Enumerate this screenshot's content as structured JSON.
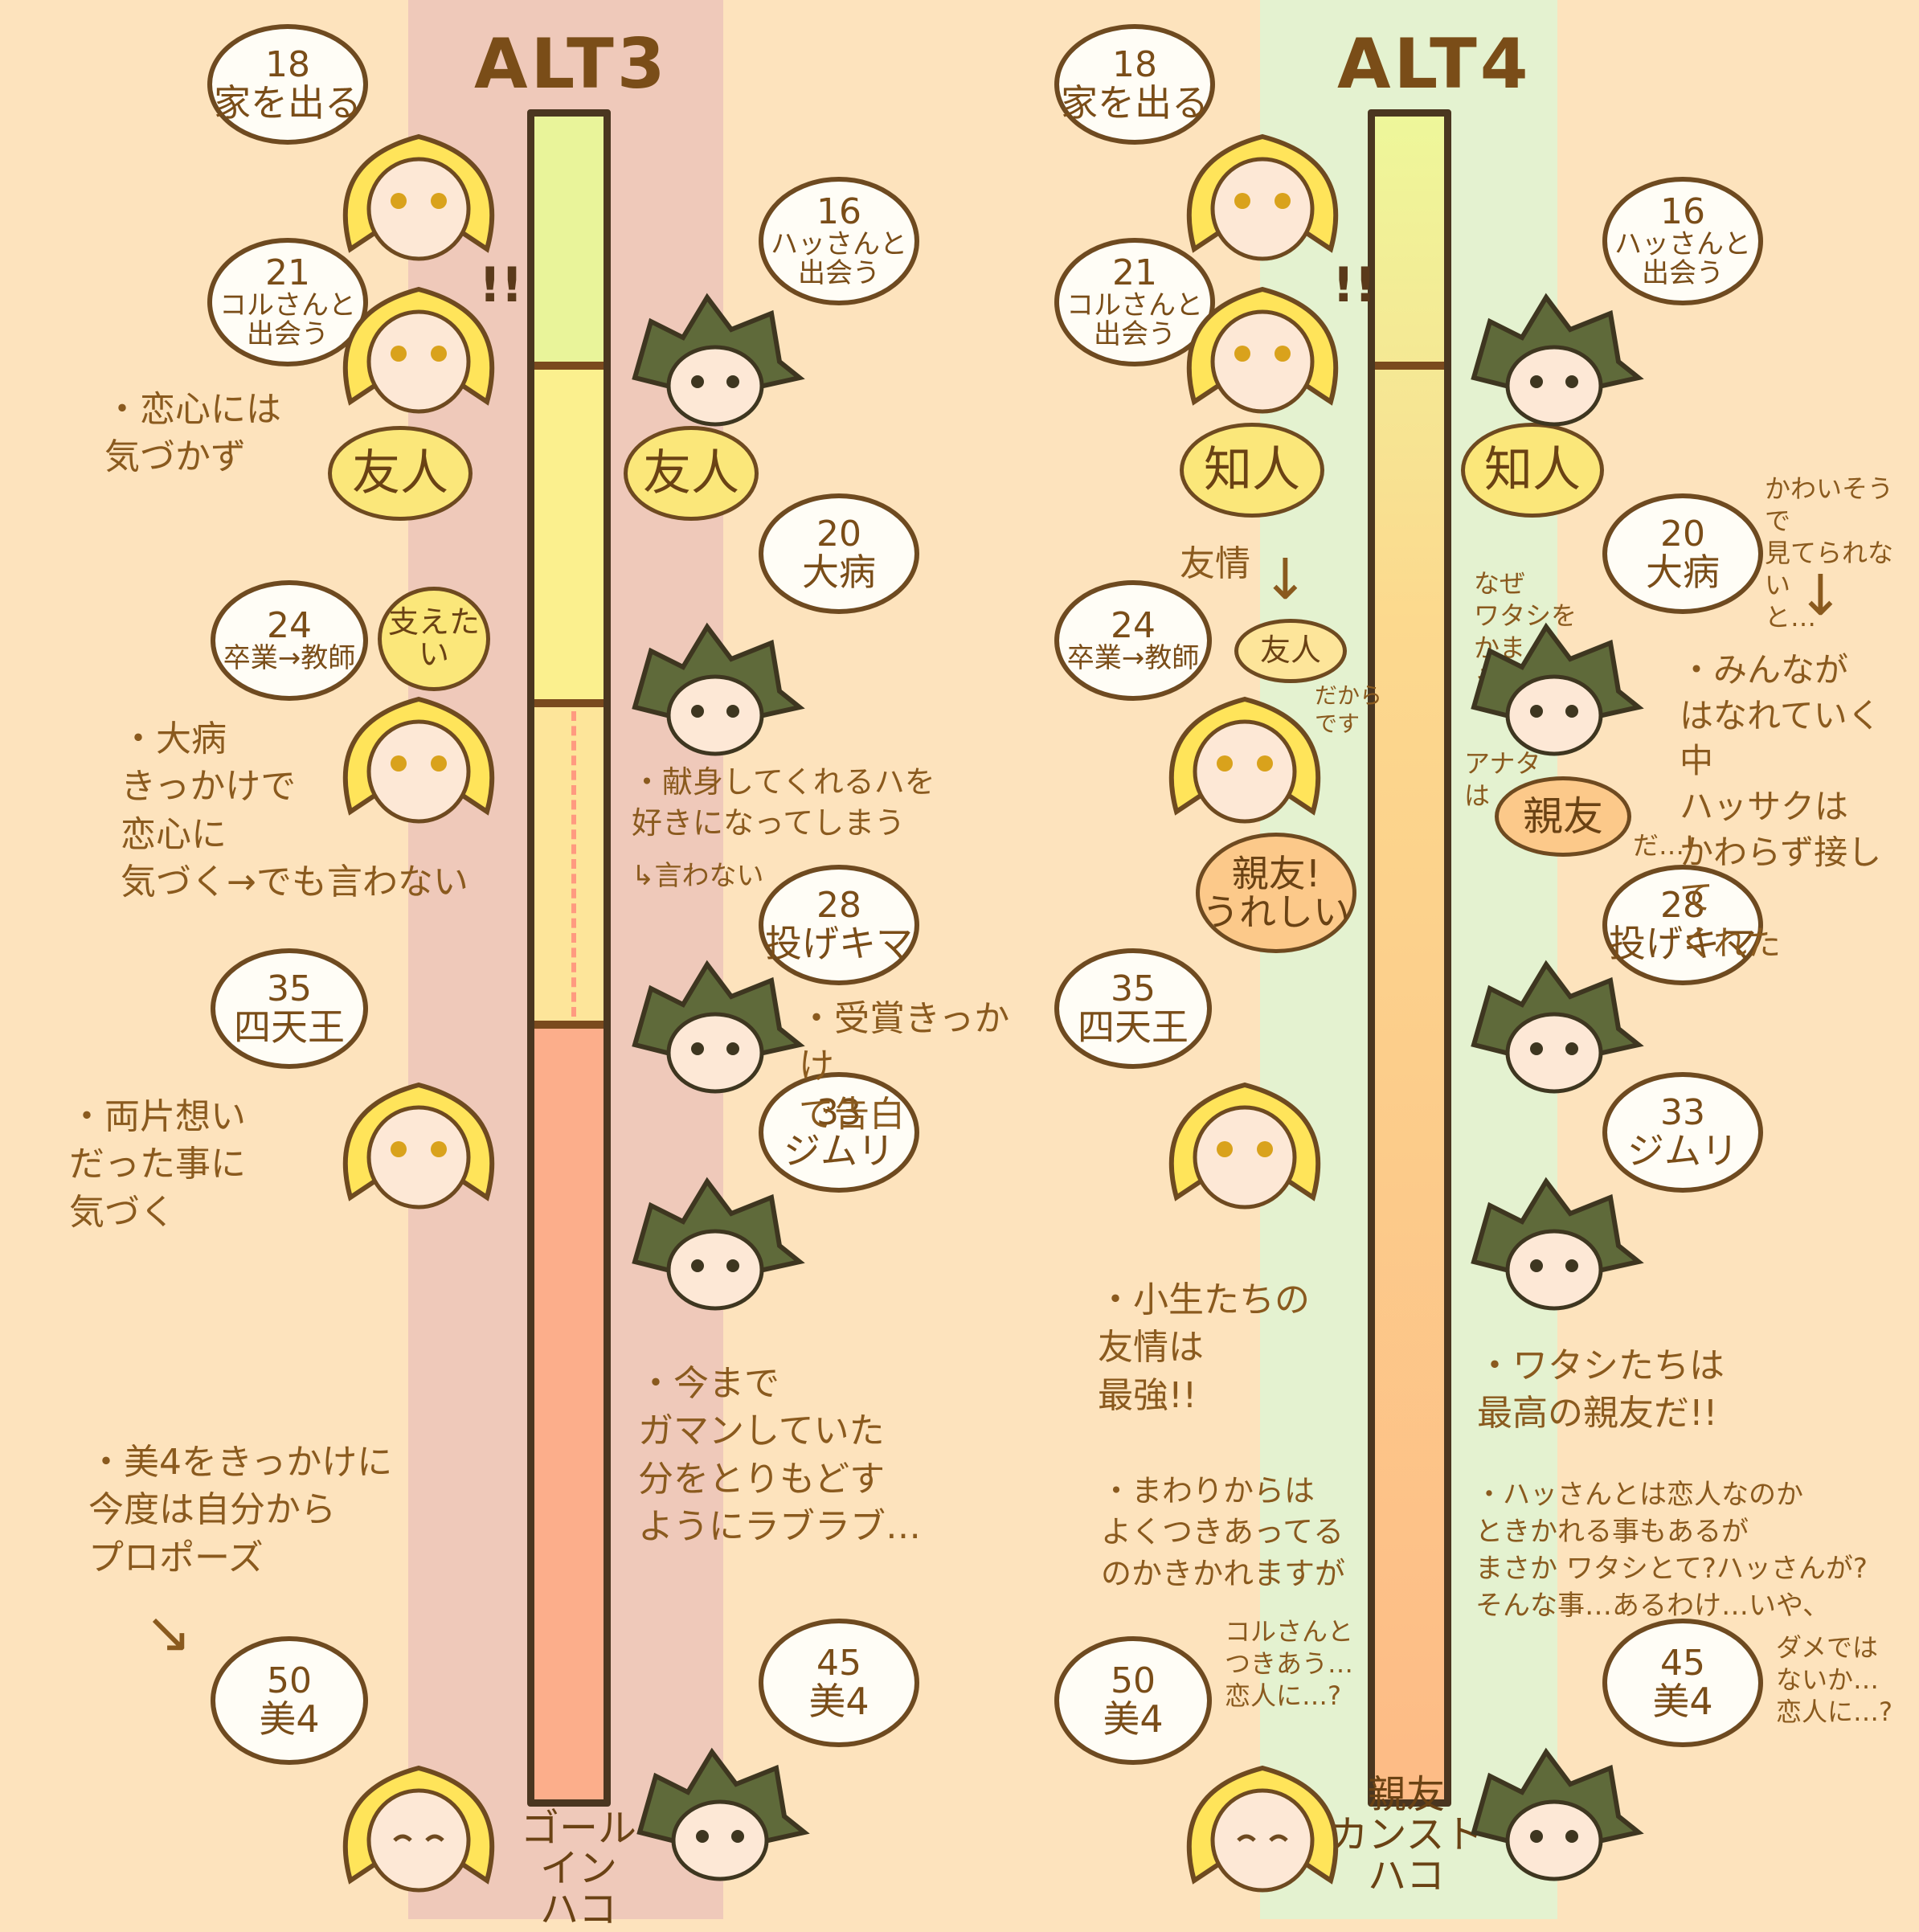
{
  "colors": {
    "background": "#fde3bd",
    "alt3_band": "#efc9ba",
    "alt4_band": "#e4f2d0",
    "outline": "#4a3620",
    "text": "#8a5a1e",
    "highlight": "#ffaa78",
    "hair_blonde": "#ffe45a",
    "hair_green": "#5f6a3a"
  },
  "alt3": {
    "title": "ALT3",
    "bar_end": "ゴールイン\nハコ",
    "tag_left": "友人",
    "tag_right": "友人",
    "tag_support": "支えたい",
    "bubbles": {
      "l18_age": "18",
      "l18_evt": "家を出る",
      "l21_age": "21",
      "l21_evt": "コルさんと出会う",
      "l24_age": "24",
      "l24_evt": "卒業→教師",
      "l35_age": "35",
      "l35_evt": "四天王",
      "l50_age": "50",
      "l50_evt": "美4",
      "r16_age": "16",
      "r16_evt": "ハッさんと出会う",
      "r20_age": "20",
      "r20_evt": "大病",
      "r28_age": "28",
      "r28_evt": "投げキマ",
      "r33_age": "33",
      "r33_evt": "ジムリ",
      "r45_age": "45",
      "r45_evt": "美4"
    },
    "notes": {
      "koigokoro": "・恋心には\n気づかず",
      "taibyou": "・大病\nきっかけで\n恋心に\n気づく→でも言わない",
      "kenshin": "・献身してくれるハを\n好きになってしまう",
      "iwanai": "↳言わない",
      "jushou": "・受賞きっかけ\nで告白",
      "ryoukataomoi": "・両片想い\nだった事に\n気づく",
      "imamade": "・今まで\nガマンしていた\n分をとりもどす\nようにラブラブ…",
      "propose": "・美4をきっかけに\n今度は自分から\nプロポーズ"
    }
  },
  "alt4": {
    "title": "ALT4",
    "bar_end": "親友\nカンスト\nハコ",
    "tag_left": "知人",
    "tag_right": "知人",
    "tag_friend": "友人",
    "tag_shinyu_left": "親友!\nうれしい",
    "tag_shinyu_right": "親友",
    "bubbles": {
      "l18_age": "18",
      "l18_evt": "家を出る",
      "l21_age": "21",
      "l21_evt": "コルさんと出会う",
      "l24_age": "24",
      "l24_evt": "卒業→教師",
      "l35_age": "35",
      "l35_evt": "四天王",
      "l50_age": "50",
      "l50_evt": "美4",
      "r16_age": "16",
      "r16_evt": "ハッさんと出会う",
      "r20_age": "20",
      "r20_evt": "大病",
      "r28_age": "28",
      "r28_evt": "投げキマ",
      "r33_age": "33",
      "r33_evt": "ジムリ",
      "r45_age": "45",
      "r45_evt": "美4"
    },
    "notes": {
      "yujou": "友情",
      "dakara": "だからです",
      "naze": "なぜ\nワタシを\nかまう…?",
      "anata": "アナタは",
      "da": "だ…!",
      "kawaisou": "かわいそうで\n見てられない\nと…",
      "minna": "・みんなが\nはなれていく中\nハッサクは\nかわらず接して\nくれた",
      "shousei": "・小生たちの\n友情は\n最強!!",
      "watashi": "・ワタシたちは\n最高の親友だ!!",
      "mawari": "・まわりからは\nよくつきあってる\nのかきかれますが",
      "corusan": "コルさんと\nつきあう…\n恋人に…?",
      "hassan": "・ハッさんとは恋人なのか\nときかれる事もあるが\nまさか ワタシとて?ハッさんが?\nそんな事…あるわけ…いや、",
      "dame": "ダメでは\nないか…\n恋人に…?"
    }
  }
}
